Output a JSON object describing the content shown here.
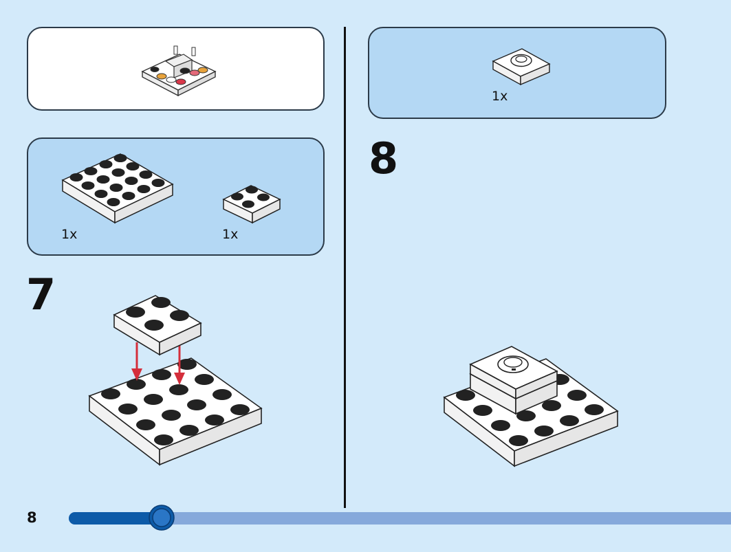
{
  "page": {
    "number": "8"
  },
  "progress": {
    "fraction": 0.14,
    "fill_color": "#0d5ba8",
    "track_color": "#86a9db"
  },
  "colors": {
    "background": "#d3eafa",
    "panel_blue": "#b4d8f4",
    "arrow_red": "#d42e3b",
    "outline": "#2b3a48"
  },
  "preview": {
    "icon": "completed-model-preview"
  },
  "steps": [
    {
      "number": "7",
      "parts": [
        {
          "icon": "plate-4x4-white",
          "quantity": "1x"
        },
        {
          "icon": "plate-2x2-white",
          "quantity": "1x"
        }
      ]
    },
    {
      "number": "8",
      "parts": [
        {
          "icon": "tile-2x2-with-center-stud-white",
          "quantity": "1x"
        }
      ]
    }
  ]
}
